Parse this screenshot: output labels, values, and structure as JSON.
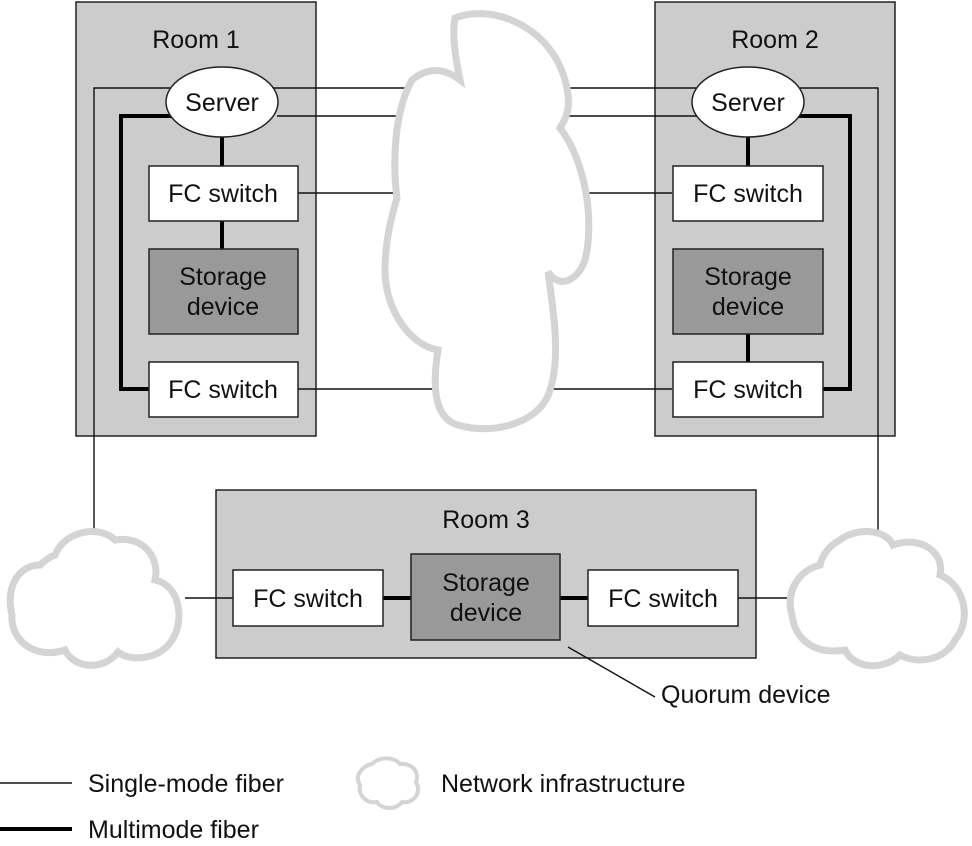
{
  "diagram": {
    "rooms": [
      {
        "label": "Room 1"
      },
      {
        "label": "Room 2"
      },
      {
        "label": "Room 3"
      }
    ],
    "room1": {
      "server": "Server",
      "fc_switch_top": "FC switch",
      "storage_line1": "Storage",
      "storage_line2": "device",
      "fc_switch_bottom": "FC switch"
    },
    "room2": {
      "server": "Server",
      "fc_switch_top": "FC switch",
      "storage_line1": "Storage",
      "storage_line2": "device",
      "fc_switch_bottom": "FC switch"
    },
    "room3": {
      "fc_switch_left": "FC switch",
      "storage_line1": "Storage",
      "storage_line2": "device",
      "fc_switch_right": "FC switch"
    },
    "callout": "Quorum device",
    "legend": {
      "single_mode": "Single-mode fiber",
      "multimode": "Multimode fiber",
      "network": "Network infrastructure"
    },
    "colors": {
      "room_fill": "#cccccc",
      "storage_fill": "#999999",
      "cloud_outline": "#d4d4d4"
    }
  }
}
